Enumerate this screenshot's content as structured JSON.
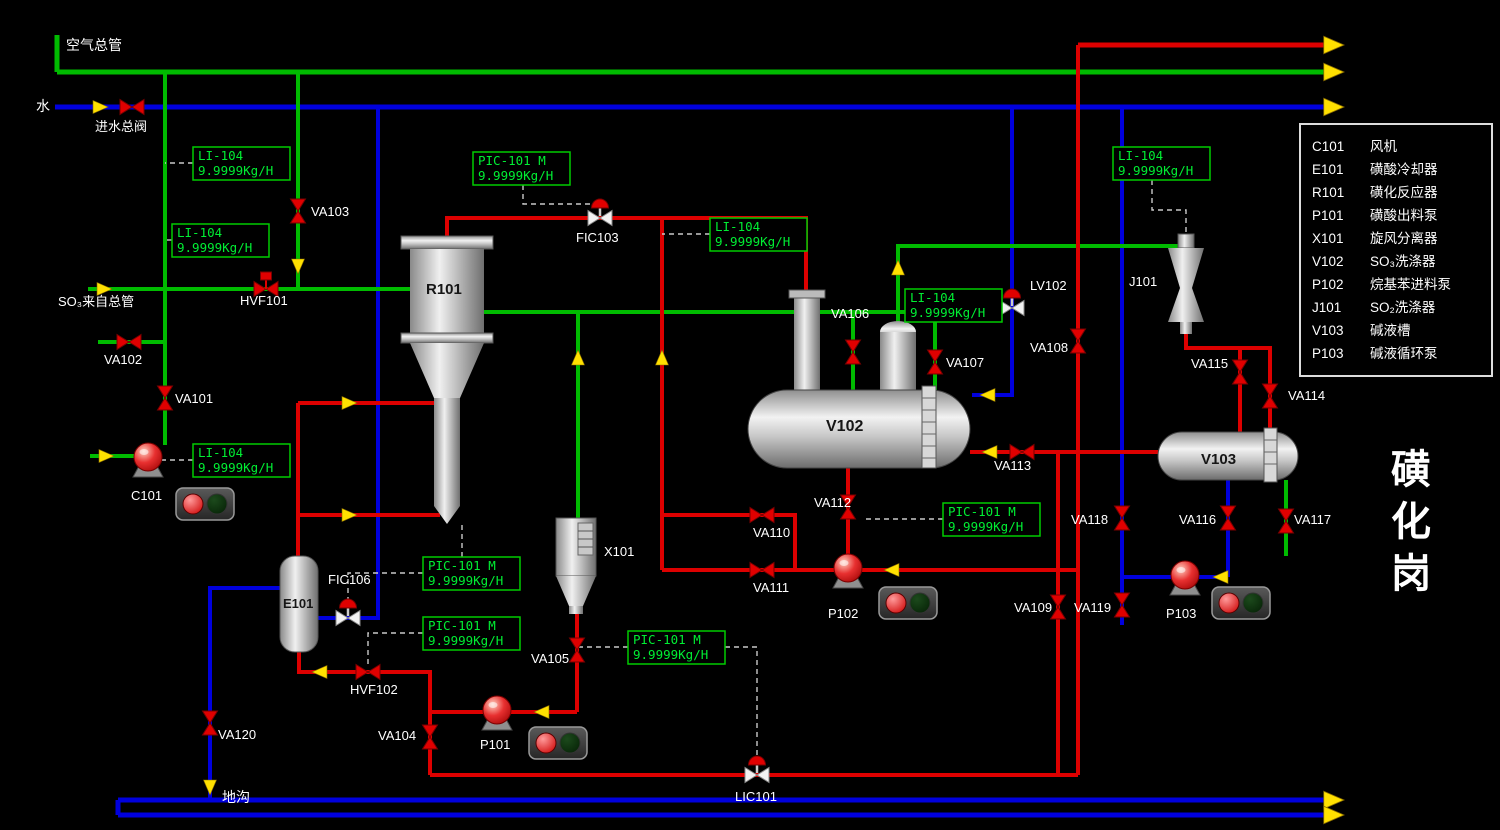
{
  "labels": {
    "air_main": "空气总管",
    "water": "水",
    "inlet_valve": "进水总阀",
    "so3_main": "SO₃来自总管",
    "ditch": "地沟",
    "title": "磺化岗"
  },
  "equipment": {
    "c101": "C101",
    "e101": "E101",
    "r101": "R101",
    "x101": "X101",
    "v102": "V102",
    "p101": "P101",
    "p102": "P102",
    "j101": "J101",
    "v103": "V103",
    "p103": "P103"
  },
  "valves": {
    "va101": "VA101",
    "va102": "VA102",
    "va103": "VA103",
    "va104": "VA104",
    "va105": "VA105",
    "va106": "VA106",
    "va107": "VA107",
    "va108": "VA108",
    "va109": "VA109",
    "va110": "VA110",
    "va111": "VA111",
    "va112": "VA112",
    "va113": "VA113",
    "va114": "VA114",
    "va115": "VA115",
    "va116": "VA116",
    "va117": "VA117",
    "va118": "VA118",
    "va119": "VA119",
    "va120": "VA120",
    "hvf101": "HVF101",
    "hvf102": "HVF102",
    "fic103": "FIC103",
    "fic106": "FIC106",
    "lic101": "LIC101",
    "lv102": "LV102"
  },
  "instruments": [
    {
      "tag": "LI-104",
      "value": "9.9999Kg/H"
    },
    {
      "tag": "LI-104",
      "value": "9.9999Kg/H"
    },
    {
      "tag": "LI-104",
      "value": "9.9999Kg/H"
    },
    {
      "tag": "PIC-101  M",
      "value": "9.9999Kg/H"
    },
    {
      "tag": "LI-104",
      "value": "9.9999Kg/H"
    },
    {
      "tag": "LI-104",
      "value": "9.9999Kg/H"
    },
    {
      "tag": "LI-104",
      "value": "9.9999Kg/H"
    },
    {
      "tag": "PIC-101  M",
      "value": "9.9999Kg/H"
    },
    {
      "tag": "PIC-101  M",
      "value": "9.9999Kg/H"
    },
    {
      "tag": "PIC-101  M",
      "value": "9.9999Kg/H"
    },
    {
      "tag": "PIC-101  M",
      "value": "9.9999Kg/H"
    }
  ],
  "legend": {
    "items": [
      {
        "code": "C101",
        "name": "风机"
      },
      {
        "code": "E101",
        "name": "磺酸冷却器"
      },
      {
        "code": "R101",
        "name": "磺化反应器"
      },
      {
        "code": "P101",
        "name": "磺酸出料泵"
      },
      {
        "code": "X101",
        "name": "旋风分离器"
      },
      {
        "code": "V102",
        "name": "SO₃洗涤器"
      },
      {
        "code": "P102",
        "name": "烷基苯进料泵"
      },
      {
        "code": "J101",
        "name": "SO₂洗涤器"
      },
      {
        "code": "V103",
        "name": "碱液槽"
      },
      {
        "code": "P103",
        "name": "碱液循环泵"
      }
    ]
  },
  "colors": {
    "pipe_green": "#00bb00",
    "pipe_red": "#dd0000",
    "pipe_blue": "#0000dd",
    "arrow_yellow": "#ffe000",
    "instrument_green": "#00ee33",
    "valve_red": "#e00000"
  }
}
